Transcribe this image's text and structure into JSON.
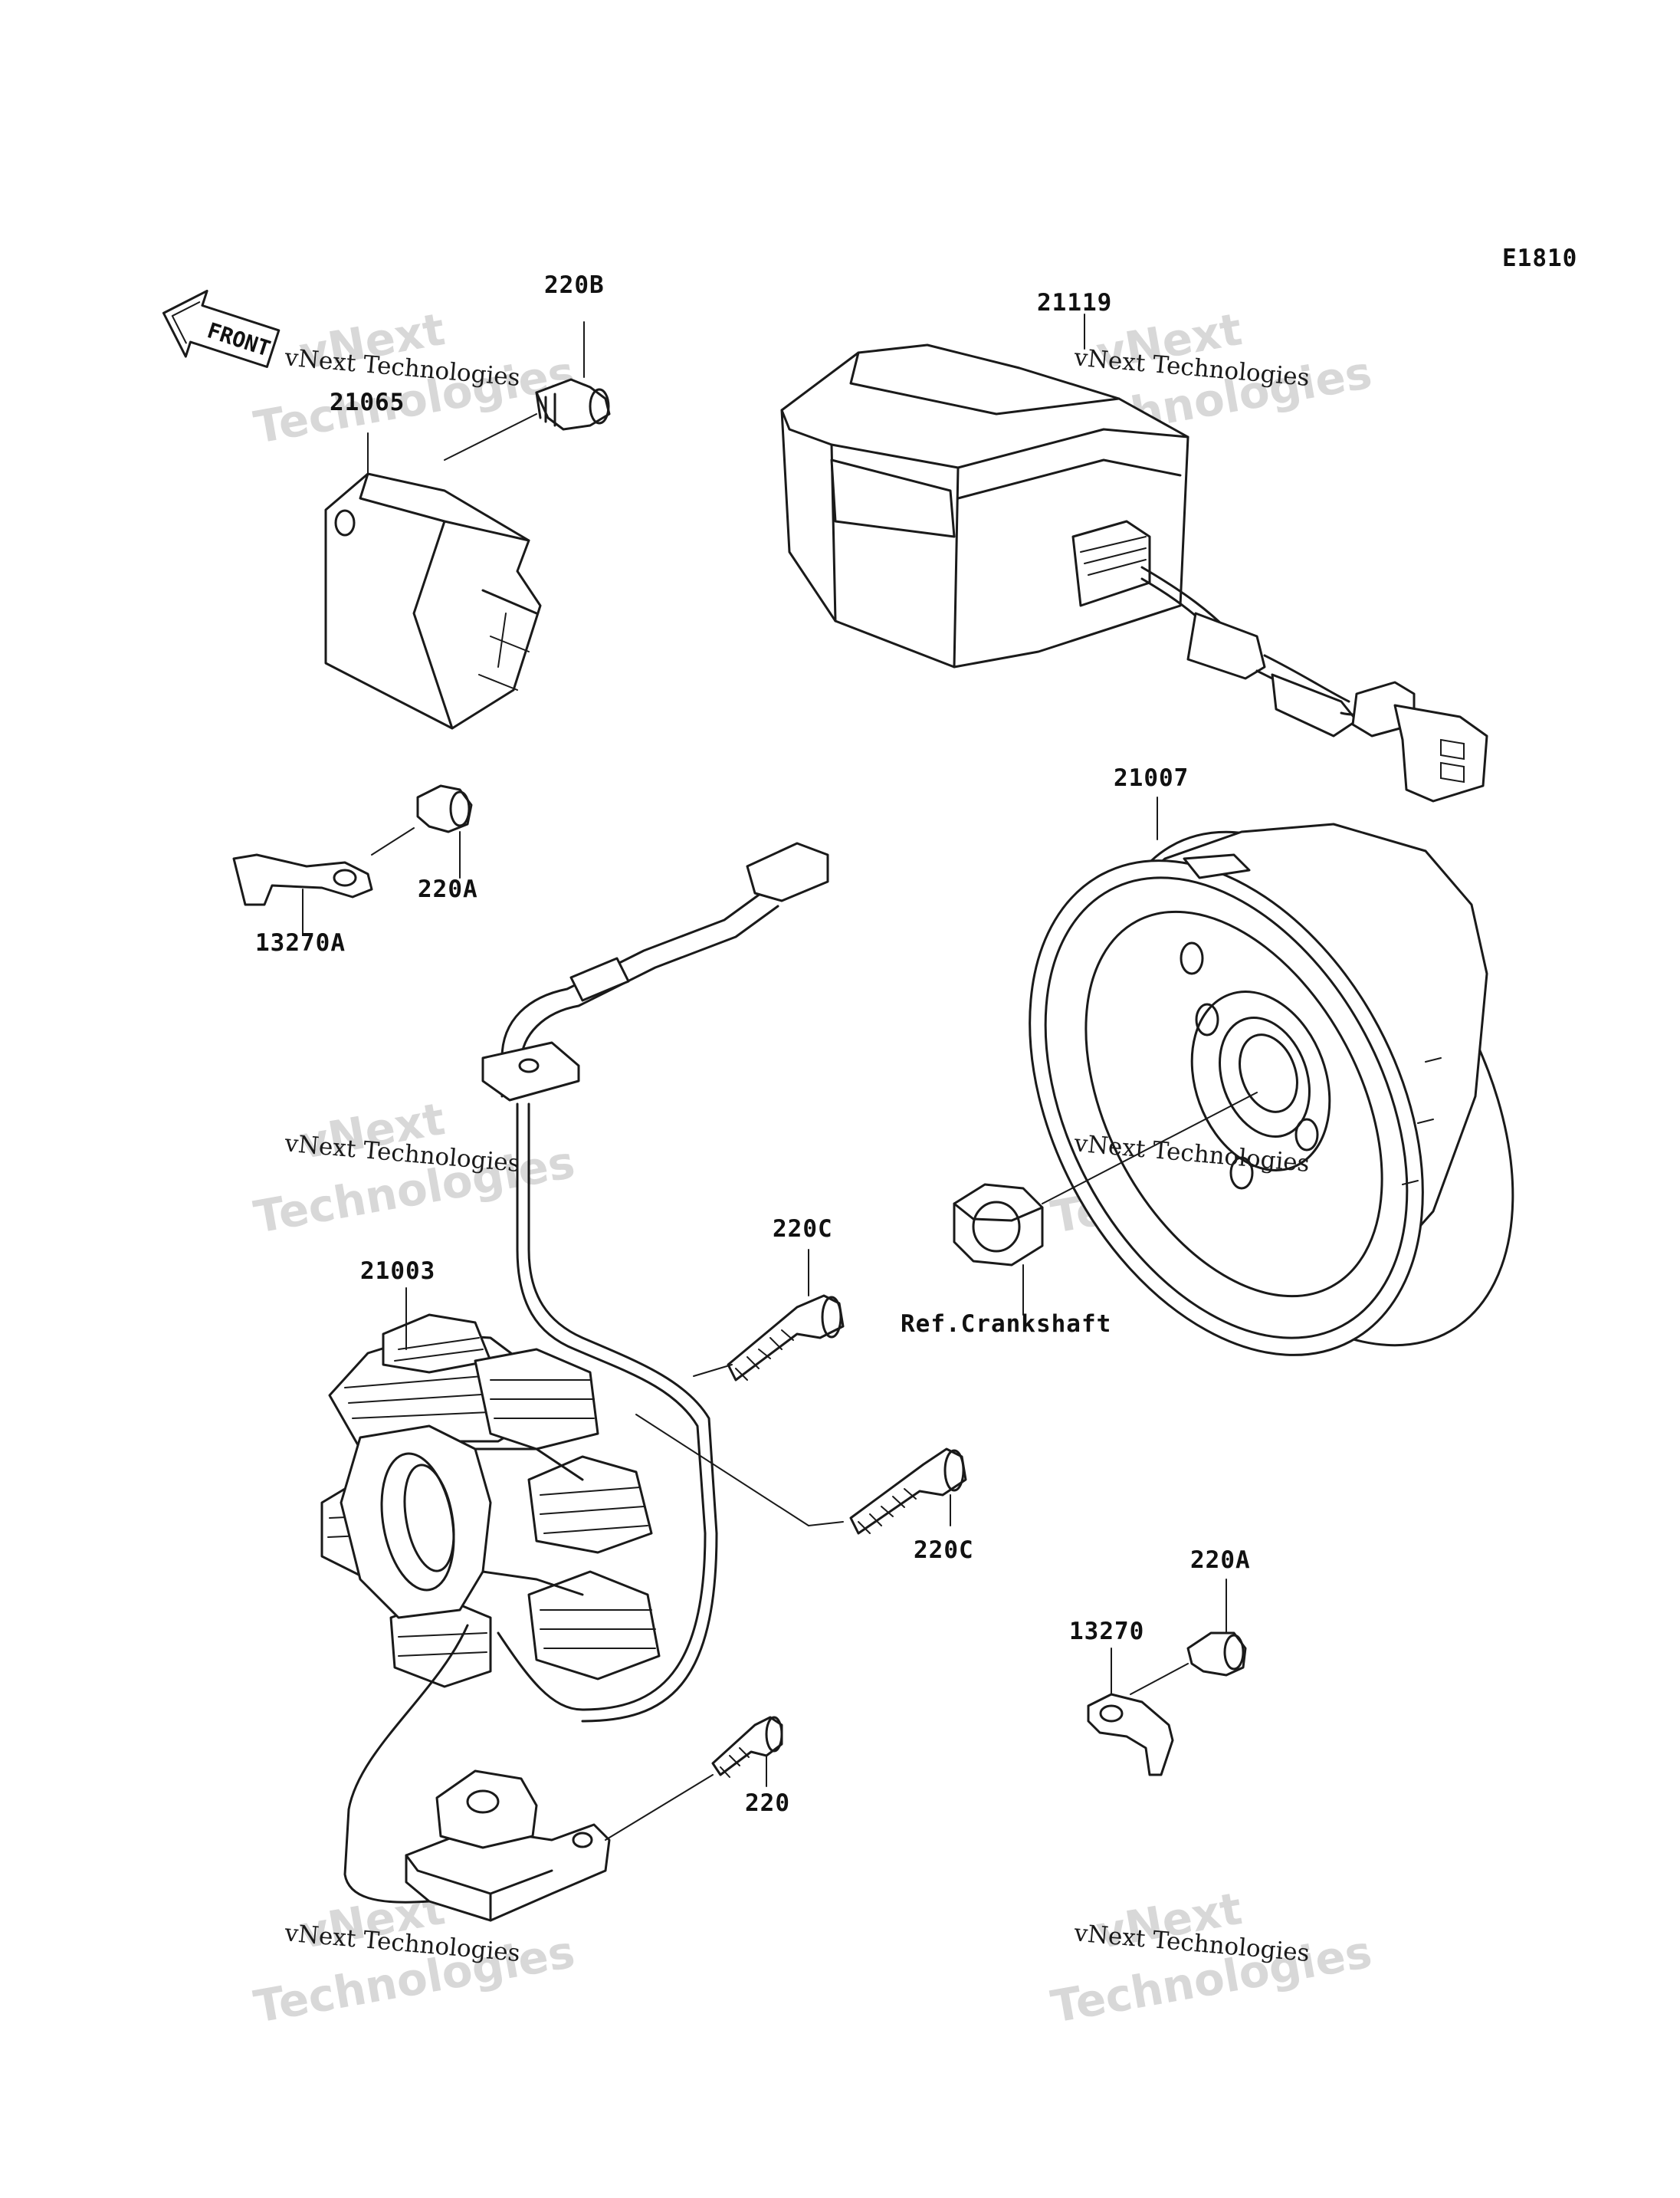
{
  "diagram_code": "E1810",
  "front_label": "FRONT",
  "parts": {
    "p21065": "21065",
    "p220B": "220B",
    "p21119": "21119",
    "p21007": "21007",
    "p220A_top": "220A",
    "p13270A": "13270A",
    "p220C_top": "220C",
    "p21003": "21003",
    "p220C_bottom": "220C",
    "p220A_bottom": "220A",
    "p13270": "13270",
    "p220": "220",
    "ref_crankshaft": "Ref.Crankshaft"
  },
  "watermark": {
    "line_small": "vNext Technologies",
    "line_large_1": "vNext",
    "line_large_2": "Technologies"
  }
}
